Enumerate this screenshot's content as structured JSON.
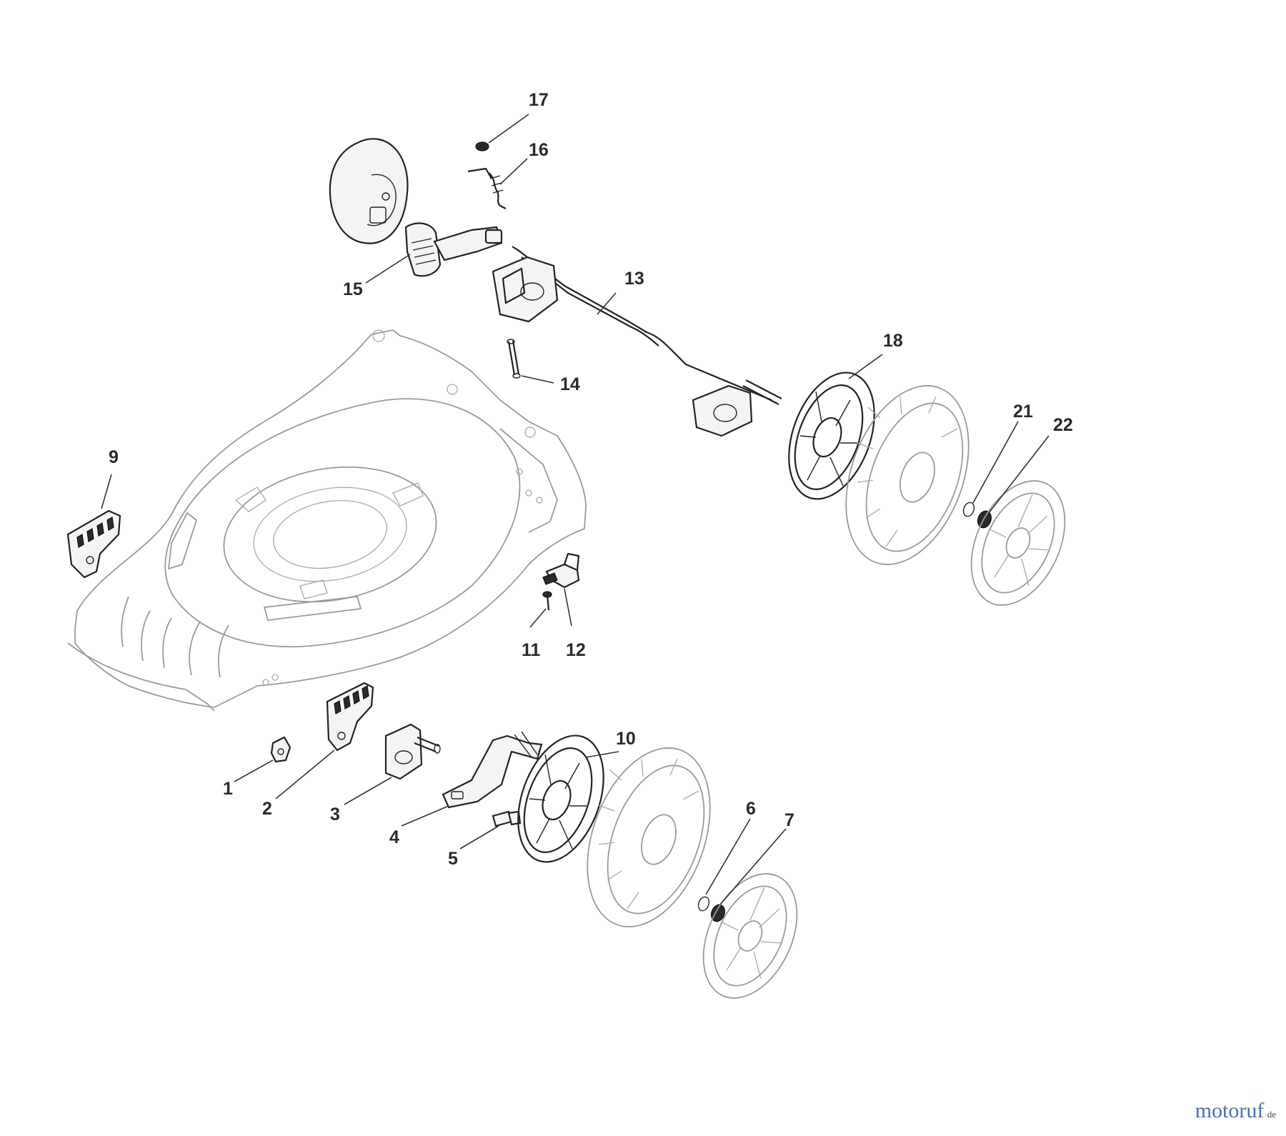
{
  "callouts": {
    "n1": "1",
    "n2": "2",
    "n3": "3",
    "n4": "4",
    "n5": "5",
    "n6": "6",
    "n7": "7",
    "n9": "9",
    "n10": "10",
    "n11": "11",
    "n12": "12",
    "n13": "13",
    "n14": "14",
    "n15": "15",
    "n16": "16",
    "n17": "17",
    "n18": "18",
    "n21": "21",
    "n22": "22"
  },
  "watermark": {
    "brand": "motoruf",
    "dot": "·",
    "tld": "de"
  },
  "colors": {
    "ghost_outline": "#9a9a9a",
    "part_outline": "#222222",
    "logo_blue": "#4a6fb3",
    "logo_orange": "#e0a020"
  }
}
